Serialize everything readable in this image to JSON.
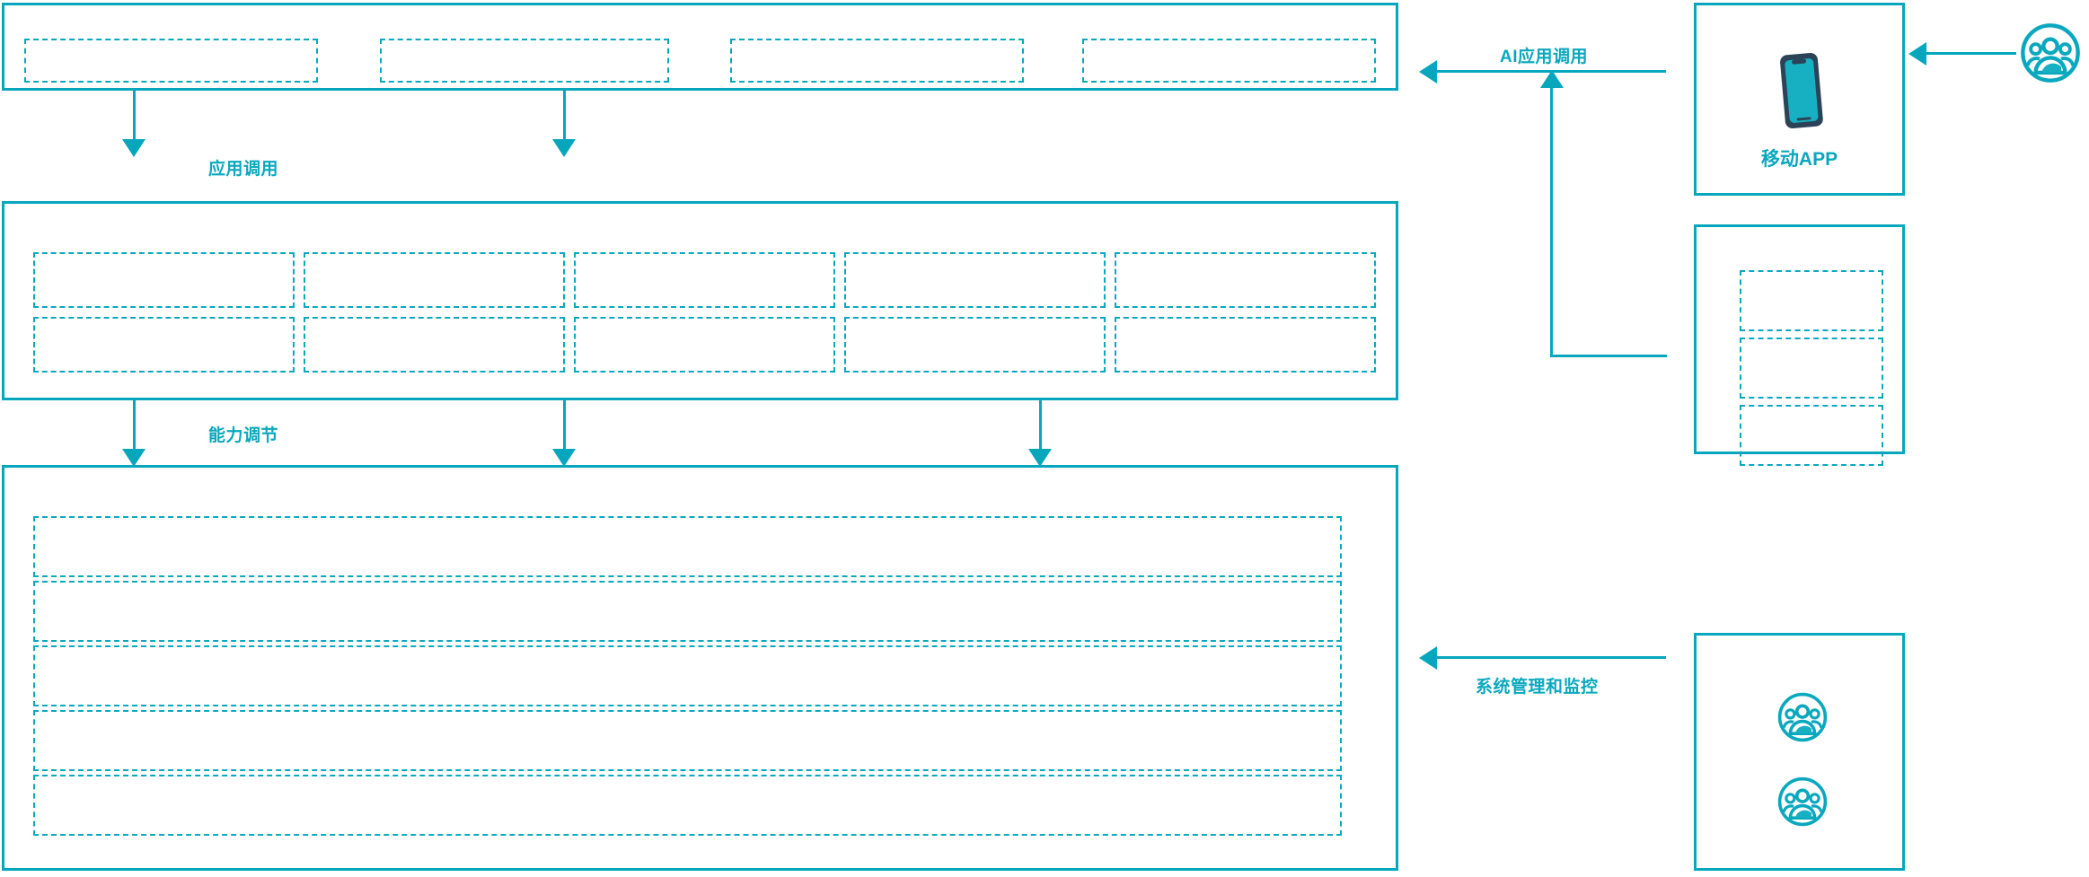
{
  "diagram": {
    "accent_color": "#06a7bd",
    "dash_color": "#0aa8be",
    "phone_body_color": "#2b4257",
    "phone_screen_color": "#16b0c2",
    "background": "#ffffff"
  },
  "layers": {
    "application_layer": {
      "name": "application-layer-panel",
      "slots": [
        {
          "label": ""
        },
        {
          "label": ""
        },
        {
          "label": ""
        },
        {
          "label": ""
        }
      ]
    },
    "capability_layer": {
      "name": "capability-layer-panel",
      "columns": 5,
      "rows": 2,
      "slots": [
        {
          "label": ""
        },
        {
          "label": ""
        },
        {
          "label": ""
        },
        {
          "label": ""
        },
        {
          "label": ""
        },
        {
          "label": ""
        },
        {
          "label": ""
        },
        {
          "label": ""
        },
        {
          "label": ""
        },
        {
          "label": ""
        }
      ]
    },
    "platform_layer": {
      "name": "platform-layer-panel",
      "slots": [
        {
          "label": ""
        },
        {
          "label": ""
        },
        {
          "label": ""
        },
        {
          "label": ""
        },
        {
          "label": ""
        }
      ]
    }
  },
  "flows": [
    {
      "id": "app-call",
      "label": "应用调用",
      "direction": "down"
    },
    {
      "id": "capability-call",
      "label": "能力调节",
      "direction": "down"
    },
    {
      "id": "ai-app-call",
      "label": "AI应用调用",
      "direction": "left"
    },
    {
      "id": "system-monitor",
      "label": "系统管理和监控",
      "direction": "left"
    }
  ],
  "right_column": {
    "mobile_app": {
      "name": "mobile-app-node",
      "label": "移动APP",
      "icon": "smartphone-icon"
    },
    "service_stack": {
      "name": "service-stack-node",
      "slots": [
        {
          "label": ""
        },
        {
          "label": ""
        },
        {
          "label": ""
        }
      ]
    },
    "operations": {
      "name": "operations-node",
      "icons": [
        "user-group-icon",
        "user-group-icon"
      ]
    },
    "external_user": {
      "name": "external-user-node",
      "icon": "user-group-icon"
    }
  }
}
